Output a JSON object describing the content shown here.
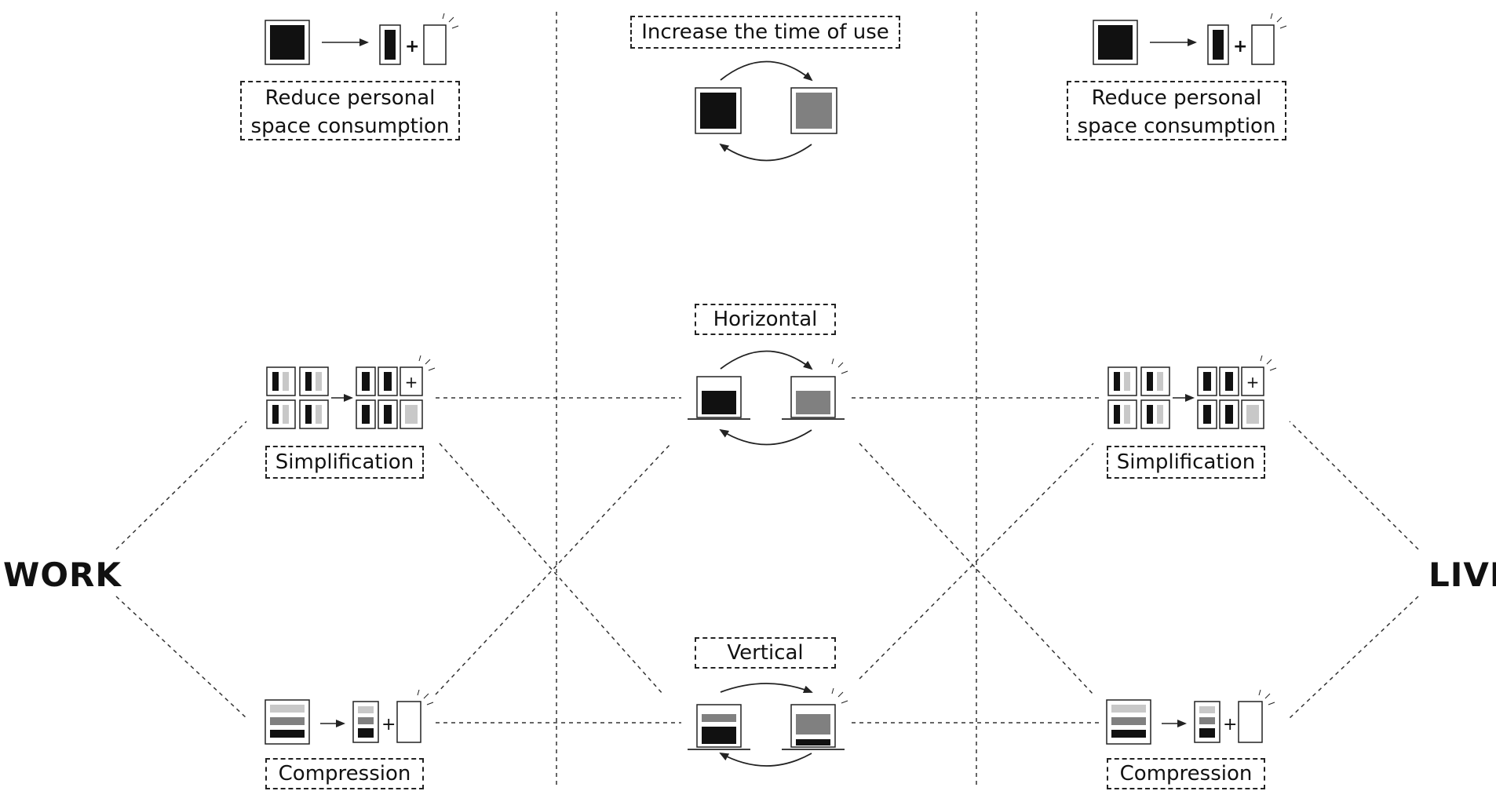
{
  "sides": {
    "left": "WORK",
    "right": "LIVE"
  },
  "labels": {
    "left_top_line1": "Reduce personal",
    "left_top_line2": "space consumption",
    "right_top_line1": "Reduce personal",
    "right_top_line2": "space consumption",
    "center_top": "Increase the time of use",
    "center_mid": "Horizontal",
    "center_bottom": "Vertical",
    "left_mid": "Simplification",
    "right_mid": "Simplification",
    "left_bottom": "Compression",
    "right_bottom": "Compression"
  },
  "icons": {
    "plus": "+",
    "arrow": "→"
  },
  "colors": {
    "black": "#111111",
    "mid_gray": "#808080",
    "light_gray": "#c8c8c8",
    "line": "#222222"
  }
}
